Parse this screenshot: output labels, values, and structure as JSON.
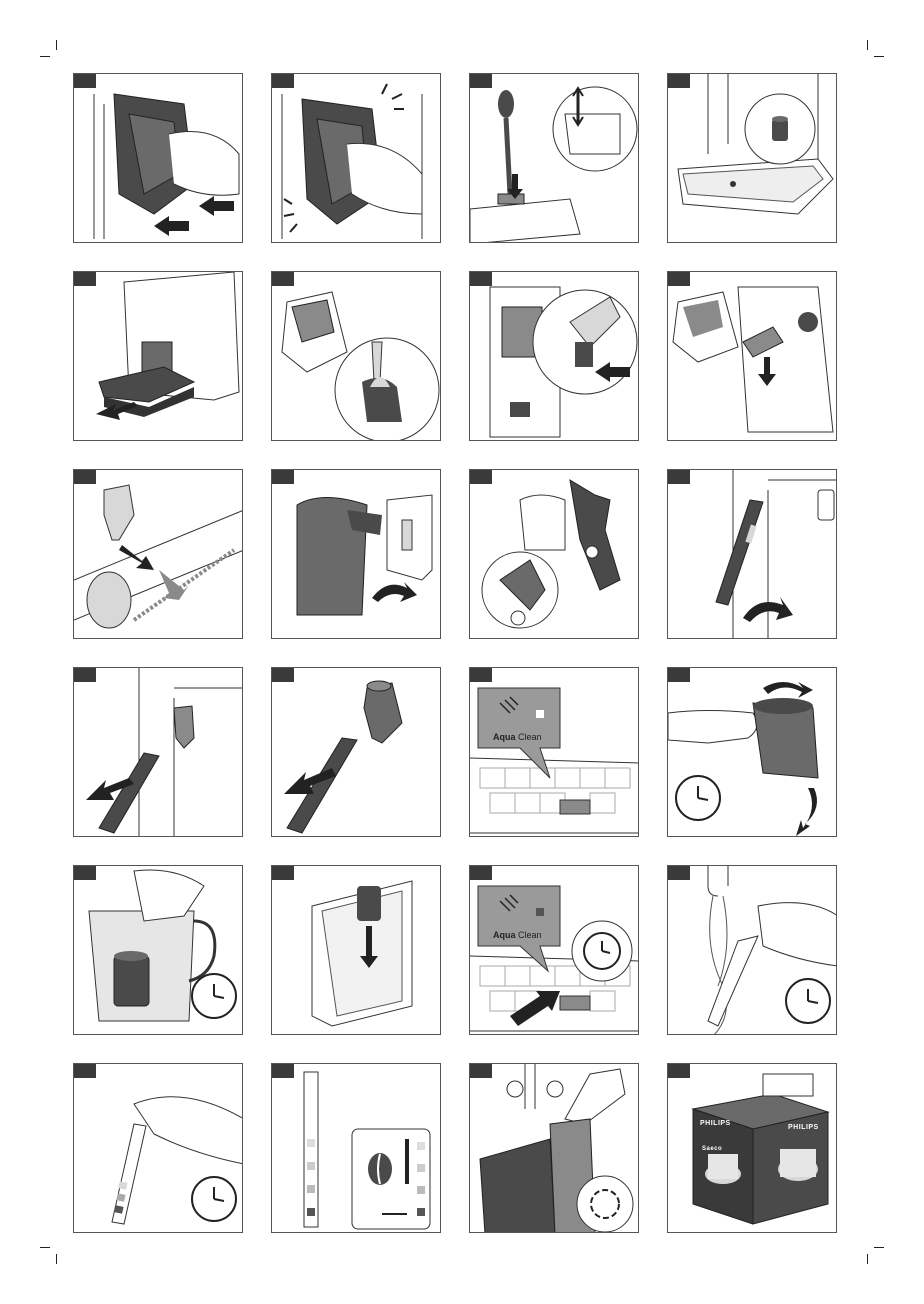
{
  "panels": [
    {
      "id": 1,
      "label": ""
    },
    {
      "id": 2,
      "label": ""
    },
    {
      "id": 3,
      "label": ""
    },
    {
      "id": 4,
      "label": ""
    },
    {
      "id": 5,
      "label": ""
    },
    {
      "id": 6,
      "label": ""
    },
    {
      "id": 7,
      "label": ""
    },
    {
      "id": 8,
      "label": ""
    },
    {
      "id": 9,
      "label": ""
    },
    {
      "id": 10,
      "label": ""
    },
    {
      "id": 11,
      "label": ""
    },
    {
      "id": 12,
      "label": ""
    },
    {
      "id": 13,
      "label": ""
    },
    {
      "id": 14,
      "label": ""
    },
    {
      "id": 15,
      "label": ""
    },
    {
      "id": 16,
      "label": ""
    },
    {
      "id": 17,
      "label": ""
    },
    {
      "id": 18,
      "label": ""
    },
    {
      "id": 19,
      "label": ""
    },
    {
      "id": 20,
      "label": ""
    },
    {
      "id": 21,
      "label": ""
    },
    {
      "id": 22,
      "label": ""
    },
    {
      "id": 23,
      "label": ""
    },
    {
      "id": 24,
      "label": ""
    }
  ],
  "aquaclean": {
    "brand_bold": "Aqua",
    "brand_light": " Clean"
  },
  "product_box": {
    "brand_front": "PHILIPS",
    "brand_side": "PHILIPS",
    "sub_brand": "Saeco"
  },
  "colors": {
    "line": "#333333",
    "dark_fill": "#4a4a4a",
    "mid_fill": "#8a8a8a",
    "light_fill": "#d8d8d8",
    "screen_fill": "#9a9a9a"
  }
}
